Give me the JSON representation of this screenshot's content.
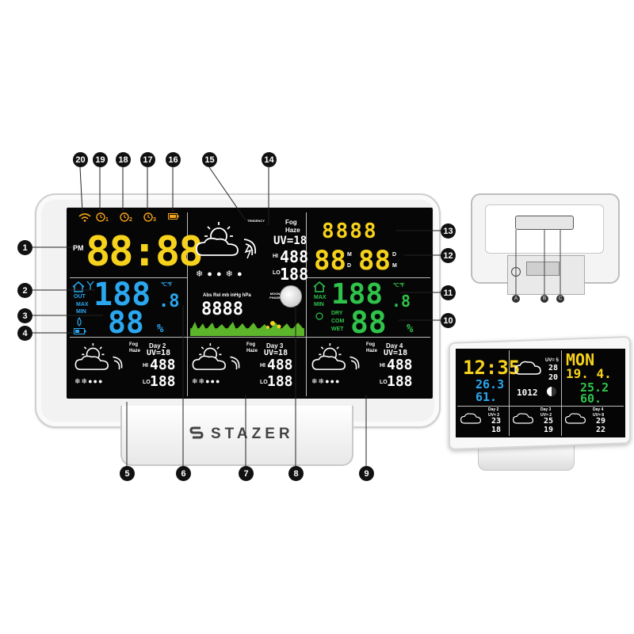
{
  "brand": "STAZER",
  "clock": {
    "pm": "PM",
    "time": "88:88"
  },
  "date": {
    "day_of_week": "8888",
    "day": "88",
    "month": "88",
    "d1": "D",
    "m1": "M",
    "d2": "D",
    "m2": "M"
  },
  "indoor": {
    "temp": "188",
    "temp_dec": ".8",
    "unit": "℃℉",
    "humidity": "88",
    "pct": "%",
    "max": "MAX",
    "min": "MIN",
    "dry": "DRY",
    "com": "COM",
    "wet": "WET"
  },
  "outdoor": {
    "label": "OUT",
    "temp": "188",
    "temp_dec": ".8",
    "unit": "℃℉",
    "humidity": "88",
    "pct": "%",
    "max": "MAX",
    "min": "MIN"
  },
  "forecast_today": {
    "tendency": "TENDENCY",
    "fog": "Fog",
    "haze": "Haze",
    "uv": "UV=18",
    "hi_label": "HI",
    "hi": "488",
    "lo_label": "LO",
    "lo": "188"
  },
  "pressure": {
    "units": "Abs Rel mb inHg hPa",
    "value": "8888",
    "moon_label": "MOON PHASE"
  },
  "forecast_days": [
    {
      "day": "Day 2",
      "fog": "Fog",
      "haze": "Haze",
      "uv": "UV=18",
      "hi_label": "HI",
      "hi": "488",
      "lo_label": "LO",
      "lo": "188"
    },
    {
      "day": "Day 3",
      "fog": "Fog",
      "haze": "Haze",
      "uv": "UV=18",
      "hi_label": "HI",
      "hi": "488",
      "lo_label": "LO",
      "lo": "188"
    },
    {
      "day": "Day 4",
      "fog": "Fog",
      "haze": "Haze",
      "uv": "UV=18",
      "hi_label": "HI",
      "hi": "488",
      "lo_label": "LO",
      "lo": "188"
    }
  ],
  "alarms": {
    "a1": "1",
    "a2": "2",
    "a3": "3"
  },
  "callouts": [
    "1",
    "2",
    "3",
    "4",
    "5",
    "6",
    "7",
    "8",
    "9",
    "10",
    "11",
    "12",
    "13",
    "14",
    "15",
    "16",
    "17",
    "18",
    "19",
    "20"
  ],
  "back_labels": [
    "A",
    "B",
    "C"
  ],
  "photo": {
    "time": "12:35",
    "dow": "MON",
    "date": "19. 4.",
    "out_temp": "26.3",
    "out_hum": "61.",
    "in_temp": "25.2",
    "in_hum": "60.",
    "uv": "UV= 5",
    "hi": "28",
    "lo": "20",
    "pressure": "1012",
    "days": [
      {
        "day": "Day 2",
        "uv": "UV= 2",
        "hi": "23",
        "lo": "18"
      },
      {
        "day": "Day 3",
        "uv": "UV= 2",
        "hi": "25",
        "lo": "19"
      },
      {
        "day": "Day 4",
        "uv": "UV= 8",
        "hi": "29",
        "lo": "22"
      }
    ]
  },
  "colors": {
    "yellow": "#f7d21c",
    "blue": "#2aa7ef",
    "green": "#2fc34a",
    "orange": "#f3a21b",
    "screen": "#060606"
  }
}
